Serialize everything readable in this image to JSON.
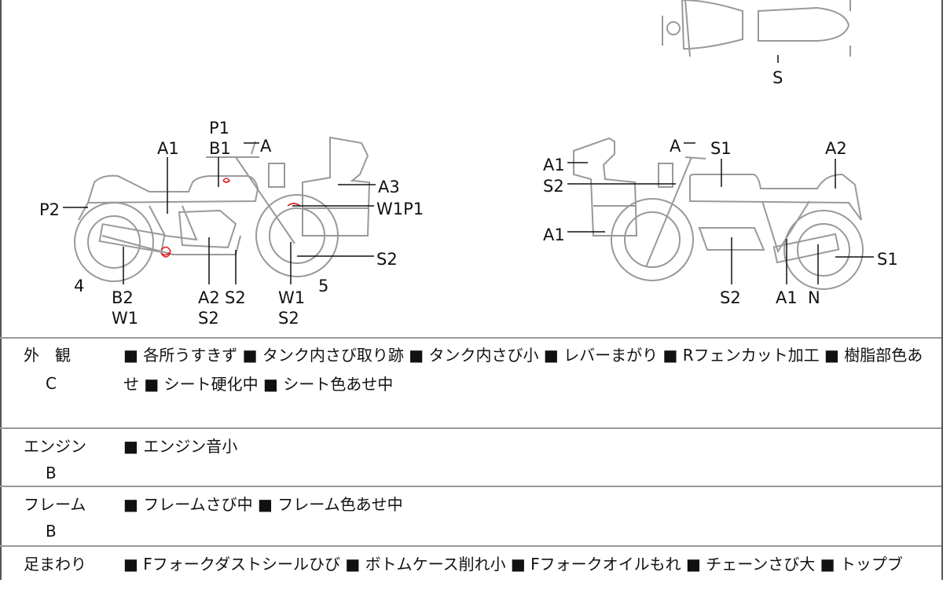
{
  "diagram": {
    "left_bike_labels": [
      "P1",
      "B1",
      "A",
      "A1",
      "P2",
      "A3",
      "W1P1",
      "S2",
      "4",
      "B2",
      "W1",
      "A2",
      "S2",
      "S2",
      "W1",
      "S2",
      "5"
    ],
    "top_view_labels": [
      "S"
    ],
    "right_bike_labels": [
      "A",
      "S1",
      "A2",
      "A1",
      "S2",
      "A1",
      "S1",
      "S2",
      "A1",
      "N"
    ]
  },
  "table": {
    "rows": [
      {
        "label": "外　観",
        "grade": "C",
        "text": "■ 各所うすきず ■ タンク内さび取り跡 ■ タンク内さび小 ■ レバーまがり ■ Rフェンカット加工 ■ 樹脂部色あせ ■ シート硬化中 ■ シート色あせ中"
      },
      {
        "label": "エンジン",
        "grade": "B",
        "text": "■ エンジン音小"
      },
      {
        "label": "フレーム",
        "grade": "B",
        "text": "■ フレームさび中 ■ フレーム色あせ中"
      },
      {
        "label": "足まわり",
        "grade": "",
        "text": "■ Fフォークダストシールひび ■ ボトムケース削れ小 ■ Fフォークオイルもれ ■ チェーンさび大 ■ トップブ"
      }
    ]
  },
  "colors": {
    "line": "#999999",
    "mark": "#dd2222"
  }
}
